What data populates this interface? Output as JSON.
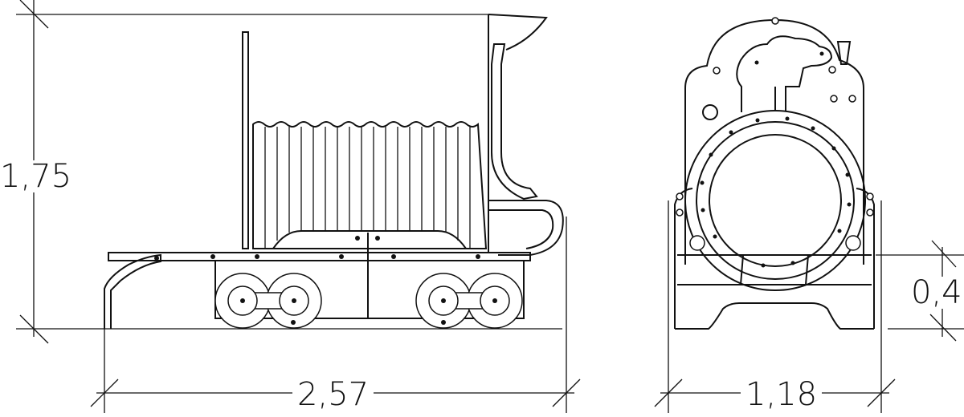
{
  "drawing": {
    "side_view": {
      "height_label": "1,75",
      "length_label": "2,57"
    },
    "front_view": {
      "width_label": "1,18",
      "step_height_label": "0,4"
    }
  },
  "colors": {
    "line": "#111111",
    "background": "#ffffff"
  }
}
